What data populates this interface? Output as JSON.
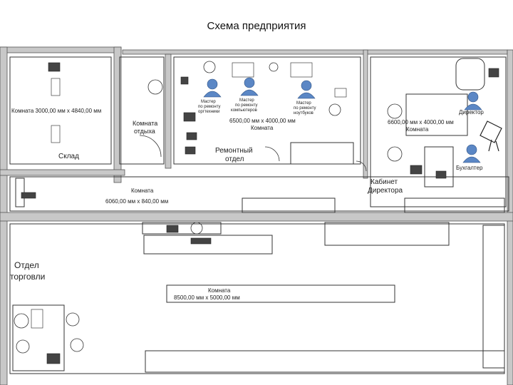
{
  "title": "Схема предприятия",
  "rooms": {
    "sklad": {
      "size": "Комната 3000,00 мм x 4840,00 мм",
      "name": "Склад"
    },
    "otdyh": {
      "name_line1": "Комната",
      "name_line2": "отдыха"
    },
    "remont": {
      "size": "6500,00 мм x 4000,00 мм",
      "size_label": "Комната",
      "name_line1": "Ремонтный",
      "name_line2": "отдел"
    },
    "director": {
      "size": "6600,00 мм x 4000,00 мм",
      "size_label": "Комната",
      "name_line1": "Кабинет",
      "name_line2": "Директора"
    },
    "corridor": {
      "label": "Комната",
      "size": "6060,00 мм x 840,00 мм"
    },
    "torgovlya": {
      "name_line1": "Отдел",
      "name_line2": "торговли",
      "label": "Комната",
      "size": "8500,00 мм x 5000,00 мм"
    }
  },
  "people": {
    "master1": {
      "line1": "Мастер",
      "line2": "по ремонту",
      "line3": "оргтехники"
    },
    "master2": {
      "line1": "Мастер",
      "line2": "по ремонту",
      "line3": "компьютеров"
    },
    "master3": {
      "line1": "Мастер",
      "line2": "по ремонту",
      "line3": "ноутбуков"
    },
    "director": {
      "name": "Директор"
    },
    "buhgalter": {
      "name": "Бухгалтер"
    }
  },
  "colors": {
    "wall": "#c8c8c8",
    "line": "#333333",
    "person": "#5b87c5"
  }
}
